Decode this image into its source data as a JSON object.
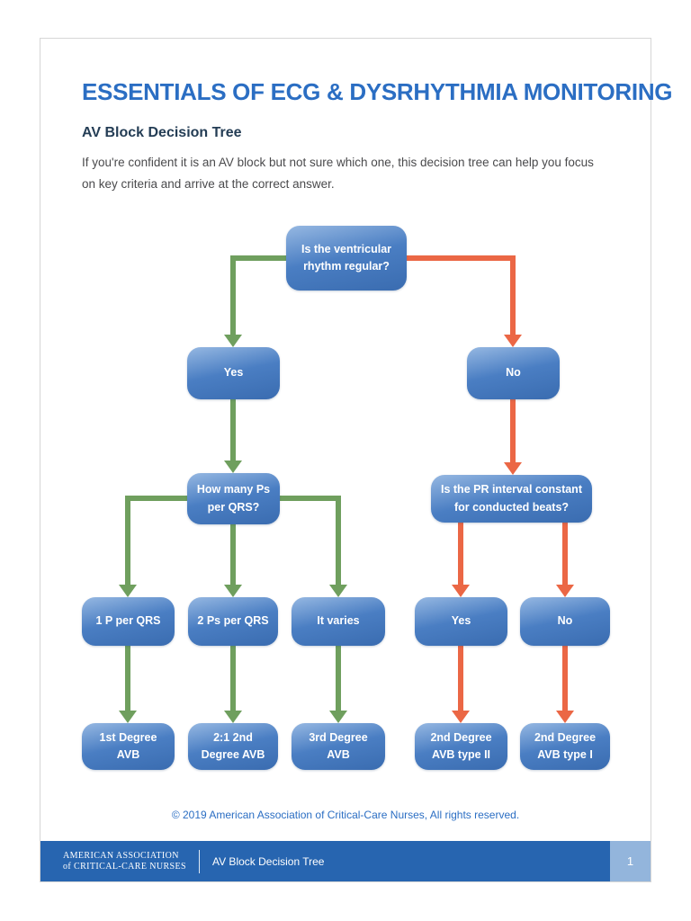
{
  "page": {
    "title": "ESSENTIALS OF ECG & DYSRHYTHMIA MONITORING",
    "subtitle": "AV Block Decision Tree",
    "intro": "If you're confident it is an AV block but not sure which one, this decision tree can help you focus on key criteria and arrive at the correct answer.",
    "copyright": "© 2019 American Association of Critical-Care Nurses, All rights reserved."
  },
  "flowchart": {
    "nodes": {
      "root": "Is the ventricular rhythm regular?",
      "yes_left": "Yes",
      "no_top": "No",
      "how_many_ps": "How many Ps per QRS?",
      "pr_constant": "Is the PR interval constant for conducted beats?",
      "one_p": "1 P per QRS",
      "two_ps": "2 Ps per QRS",
      "it_varies": "It varies",
      "yes_right": "Yes",
      "no_right": "No",
      "first_degree": "1st Degree AVB",
      "two_one_second_degree": "2:1 2nd Degree AVB",
      "third_degree": "3rd Degree AVB",
      "second_degree_type2": "2nd Degree AVB type II",
      "second_degree_type1": "2nd Degree AVB type I"
    }
  },
  "footer": {
    "logo_line1": "AMERICAN ASSOCIATION",
    "logo_line2": "of CRITICAL-CARE NURSES",
    "doc_title": "AV Block Decision Tree",
    "page_number": "1"
  },
  "colors": {
    "title_blue": "#2b6ec3",
    "node_gradient_top": "#96b8e2",
    "node_gradient_bottom": "#3a6cb0",
    "branch_green": "#6f9f5e",
    "branch_orange": "#eb6745",
    "footer_bar_blue": "#2765b0",
    "page_number_bg": "#93b5dc"
  }
}
